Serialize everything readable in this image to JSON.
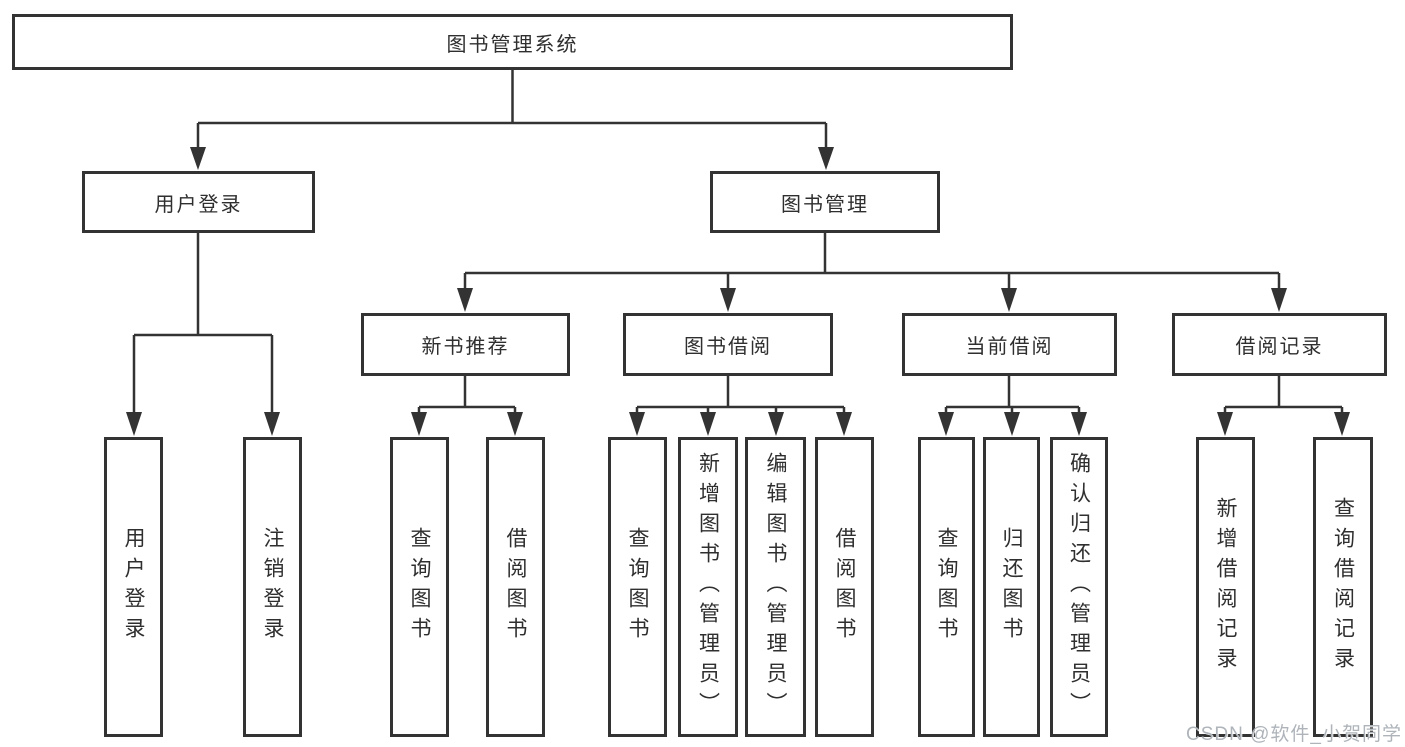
{
  "tree": {
    "root": {
      "label": "图书管理系统"
    },
    "children": [
      {
        "label": "用户登录",
        "children": [
          {
            "label": "用户登录"
          },
          {
            "label": "注销登录"
          }
        ]
      },
      {
        "label": "图书管理",
        "children": [
          {
            "label": "新书推荐",
            "children": [
              {
                "label": "查询图书"
              },
              {
                "label": "借阅图书"
              }
            ]
          },
          {
            "label": "图书借阅",
            "children": [
              {
                "label": "查询图书"
              },
              {
                "label": "新增图书（管理员）"
              },
              {
                "label": "编辑图书（管理员）"
              },
              {
                "label": "借阅图书"
              }
            ]
          },
          {
            "label": "当前借阅",
            "children": [
              {
                "label": "查询图书"
              },
              {
                "label": "归还图书"
              },
              {
                "label": "确认归还（管理员）"
              }
            ]
          },
          {
            "label": "借阅记录",
            "children": [
              {
                "label": "新增借阅记录"
              },
              {
                "label": "查询借阅记录"
              }
            ]
          }
        ]
      }
    ]
  },
  "watermark": "CSDN @软件_小贺同学",
  "colors": {
    "line": "#333333",
    "text": "#2f2f2f",
    "box_fill": "#ffffff",
    "watermark": "#aeb4ba"
  }
}
